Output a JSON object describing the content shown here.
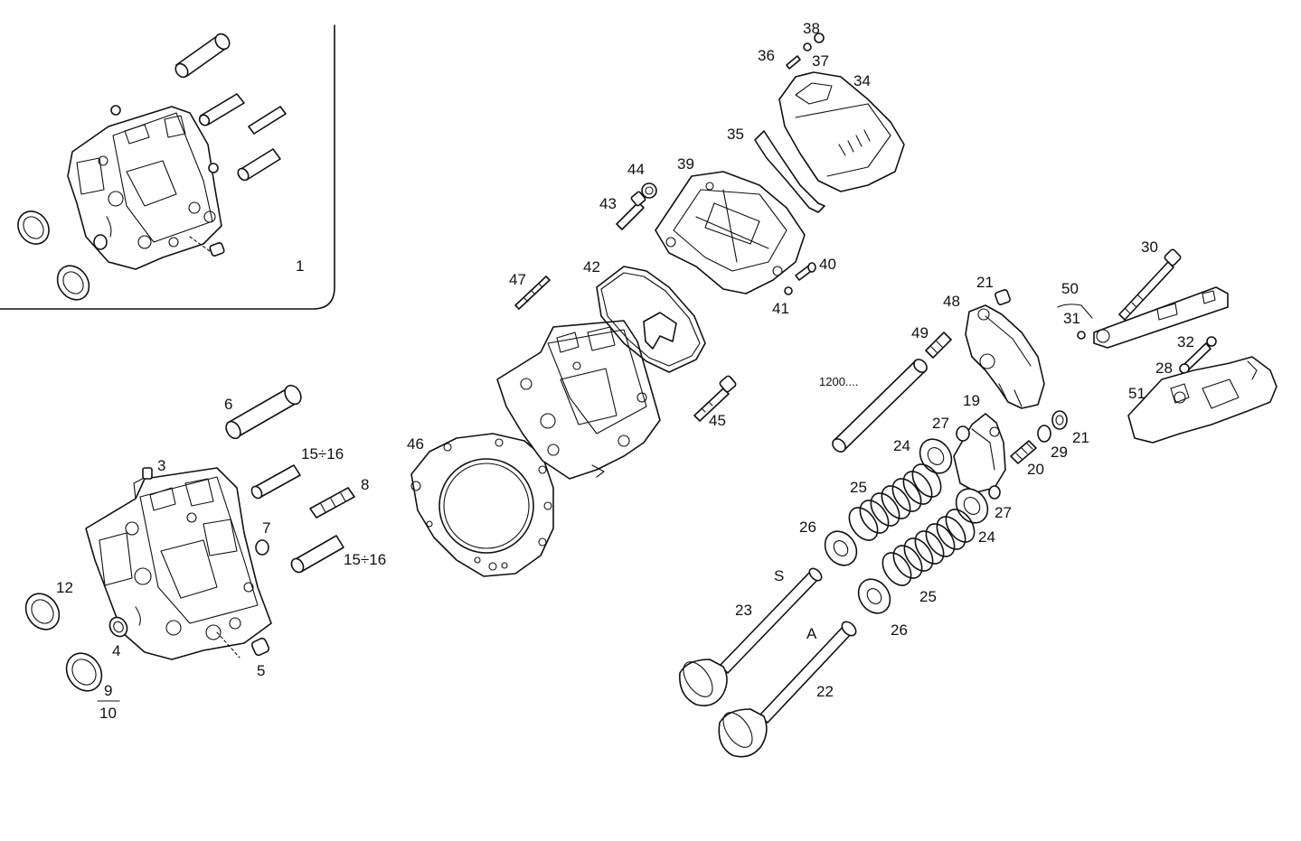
{
  "inset": {
    "label": "1"
  },
  "labels": {
    "l3": "3",
    "l4": "4",
    "l5": "5",
    "l6": "6",
    "l7": "7",
    "l8": "8",
    "l9": "9",
    "l10": "10",
    "l12": "12",
    "l15_16_a": "15÷16",
    "l15_16_b": "15÷16",
    "l19": "19",
    "l20": "20",
    "l21_a": "21",
    "l21_b": "21",
    "l22": "22",
    "l23": "23",
    "l24_a": "24",
    "l24_b": "24",
    "l25_a": "25",
    "l25_b": "25",
    "l26_a": "26",
    "l26_b": "26",
    "l27_a": "27",
    "l27_b": "27",
    "l28": "28",
    "l29": "29",
    "l30": "30",
    "l31": "31",
    "l32": "32",
    "l34": "34",
    "l35": "35",
    "l36": "36",
    "l37": "37",
    "l38": "38",
    "l39": "39",
    "l40": "40",
    "l41": "41",
    "l42": "42",
    "l43": "43",
    "l44": "44",
    "l45": "45",
    "l46": "46",
    "l47": "47",
    "l48": "48",
    "l49": "49",
    "l50": "50",
    "l51": "51",
    "l1200": "1200....",
    "lS": "S",
    "lA": "A"
  }
}
